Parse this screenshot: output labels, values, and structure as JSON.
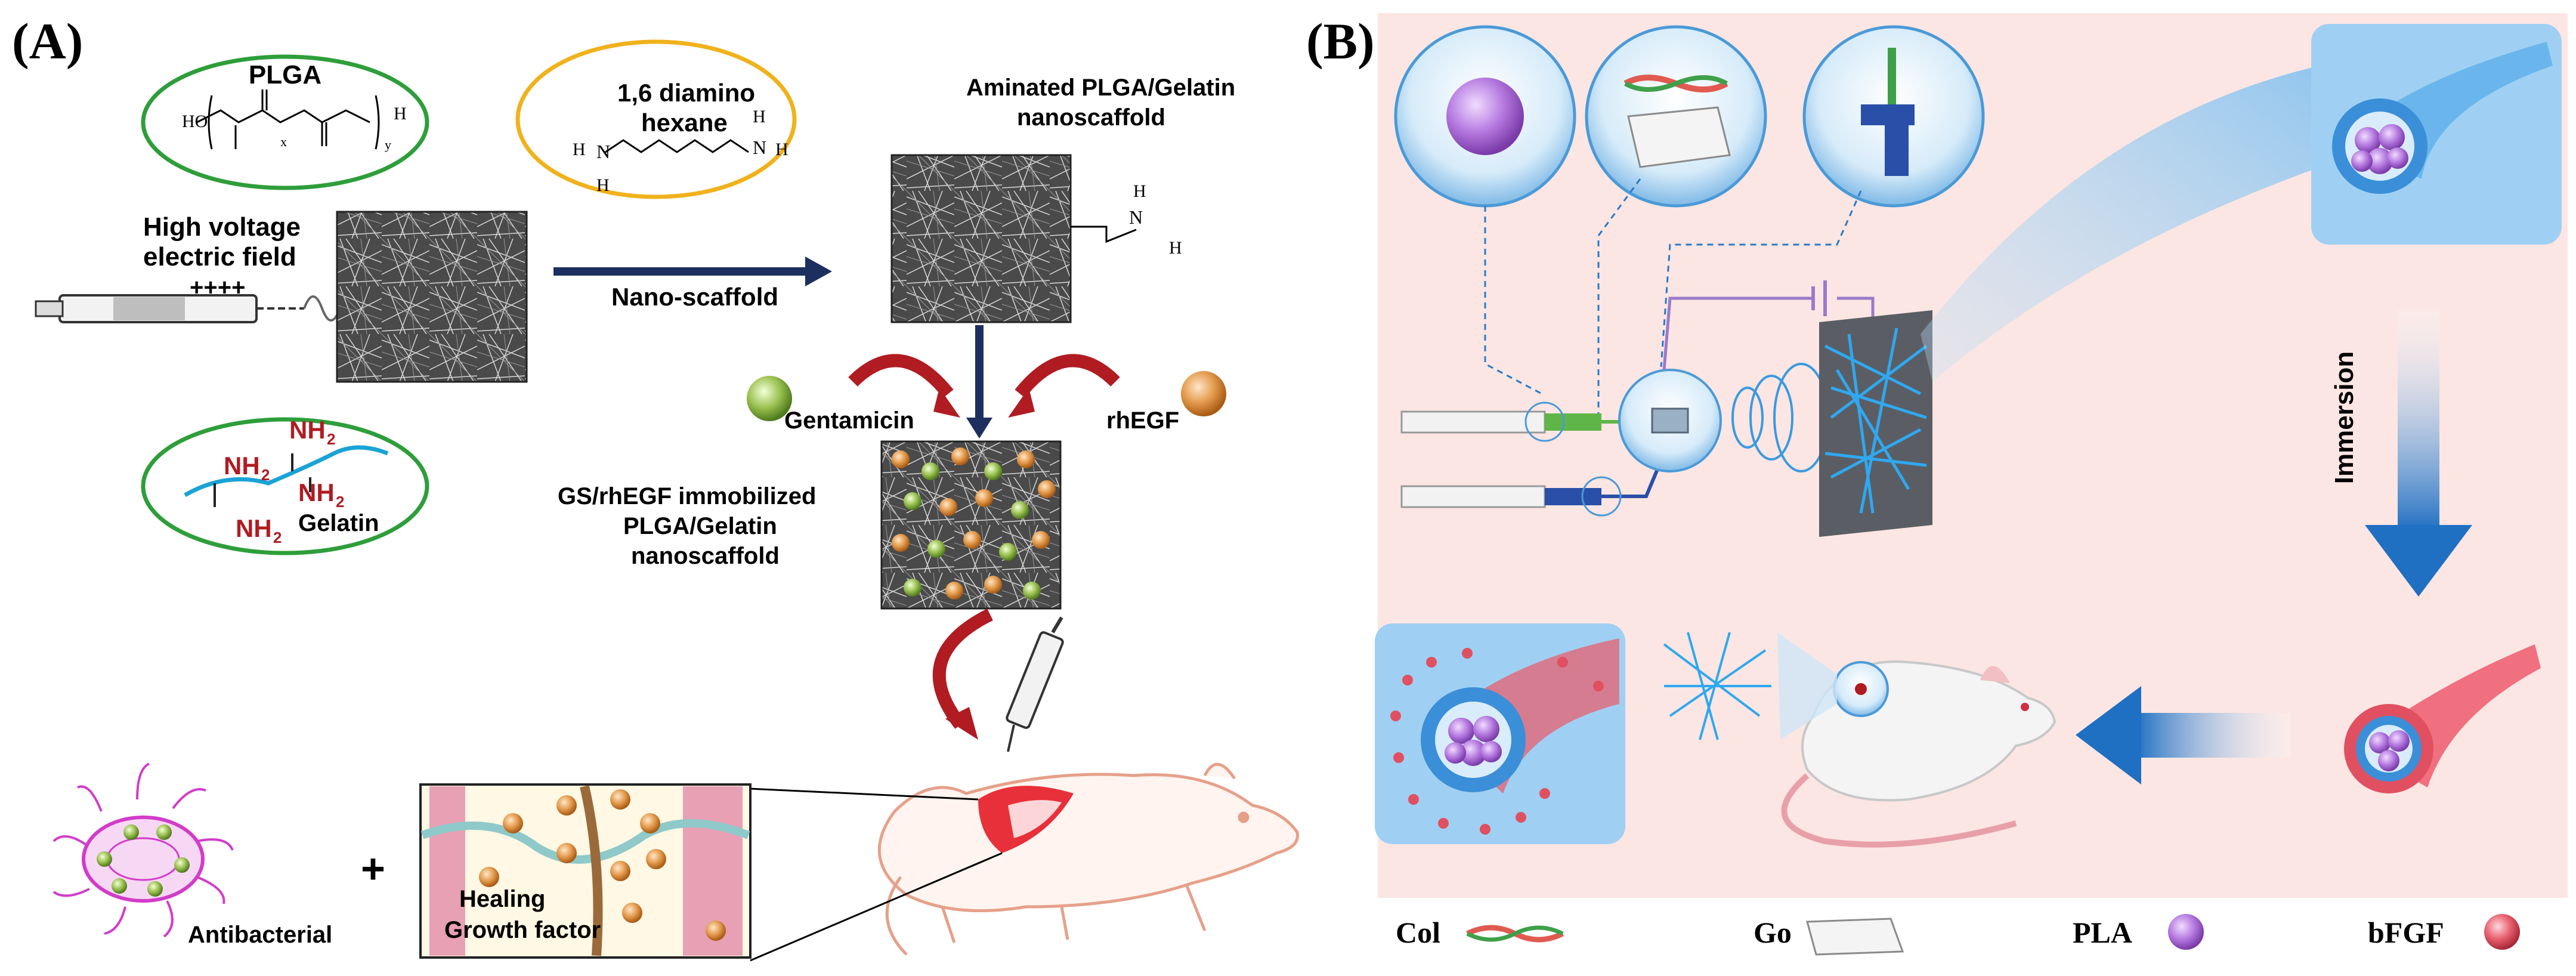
{
  "panel_a": {
    "label": "(A)",
    "plga": {
      "title": "PLGA",
      "formula_ho": "HO",
      "formula_x": "x",
      "formula_y": "y",
      "formula_h": "H"
    },
    "hv_line1": "High voltage",
    "hv_line2": "electric field",
    "charges": "++++",
    "gelatin": {
      "nh2": "NH",
      "sub2": "2",
      "label": "Gelatin"
    },
    "diamine": {
      "line1": "1,6 diamino",
      "line2": "hexane",
      "h": "H",
      "n": "N"
    },
    "nano_scaffold_label": "Nano-scaffold",
    "aminated_line1": "Aminated PLGA/Gelatin",
    "aminated_line2": "nanoscaffold",
    "amine_n": "N",
    "amine_h": "H",
    "gentamicin": "Gentamicin",
    "rhegf": "rhEGF",
    "immob_line1": "GS/rhEGF immobilized",
    "immob_line2": "PLGA/Gelatin",
    "immob_line3": "nanoscaffold",
    "plus": "+",
    "antibacterial": "Antibacterial",
    "healing_line1": "Healing",
    "healing_line2": "Growth factor"
  },
  "panel_b": {
    "label": "(B)",
    "immersion": "Immersion",
    "legend": [
      {
        "label": "Col",
        "icon": "collagen-helix-icon"
      },
      {
        "label": "Go",
        "icon": "graphene-oxide-sheet-icon"
      },
      {
        "label": "PLA",
        "icon": "purple-sphere-icon"
      },
      {
        "label": "bFGF",
        "icon": "red-sphere-icon"
      }
    ]
  },
  "colors": {
    "plga_oval": "#2e9e3a",
    "diamine_oval": "#f0b21c",
    "arrow_red": "#b01c22",
    "arrow_navy": "#1c2f5e",
    "panel_b_bg": "#fbe6e3",
    "blue_arrow": "#1f6fc2",
    "pla": "#a86ad1",
    "bfgf": "#e05060"
  }
}
